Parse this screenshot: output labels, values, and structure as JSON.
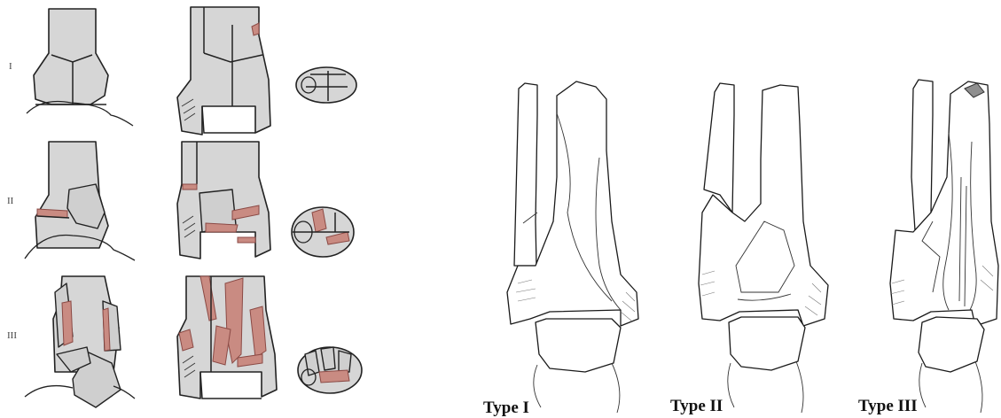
{
  "left_panel": {
    "row_labels": [
      "I",
      "II",
      "III"
    ]
  },
  "right_panel": {
    "type_labels": [
      "Type I",
      "Type II",
      "Type III"
    ]
  },
  "colors": {
    "bone_fill": "#d6d6d6",
    "fracture_red": "#c98b82",
    "outline": "#222222"
  }
}
